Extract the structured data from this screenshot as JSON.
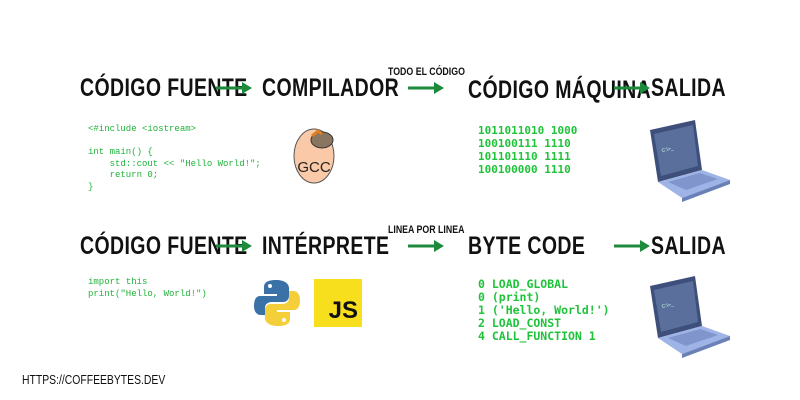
{
  "compiled": {
    "source": "CÓDIGO FUENTE",
    "compiler": "COMPILADOR",
    "note": "TODO EL CÓDIGO",
    "machine": "CÓDIGO MÁQUINA",
    "output": "SALIDA",
    "code": "<#include <iostream>\n\nint main() {\n    std::cout << \"Hello World!\";\n    return 0;\n}",
    "binary": "1011011010 1000\n100100111 1110\n101101110 1111\n100100000 1110",
    "gcc_label": "GCC"
  },
  "interpreted": {
    "source": "CÓDIGO FUENTE",
    "interpreter": "INTÉRPRETE",
    "note": "LINEA POR LINEA",
    "bytecode_title": "BYTE CODE",
    "output": "SALIDA",
    "code": "import this\nprint(\"Hello, World!\")",
    "bytecode": "0 LOAD_GLOBAL\n0 (print)\n1 ('Hello, World!')\n2 LOAD_CONST\n4 CALL_FUNCTION 1",
    "js_label": "JS"
  },
  "footer": {
    "url": "HTTPS://COFFEEBYTES.DEV"
  },
  "colors": {
    "arrow": "#1e8a3c",
    "code": "#1fb33a",
    "js": "#f7df1e"
  }
}
